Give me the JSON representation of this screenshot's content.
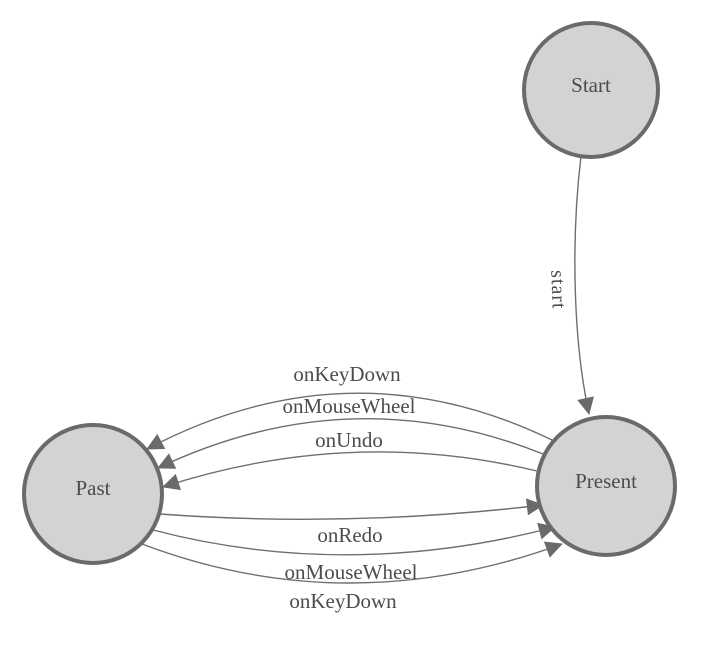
{
  "diagram": {
    "background": "#ffffff",
    "colors": {
      "background": "#ffffff",
      "node_fill": "#d3d3d3",
      "node_stroke": "#6a6a6a",
      "edge_stroke": "#6e6e6e",
      "arrow_fill": "#6a6a6a",
      "text": "#4c4c4c"
    },
    "nodes": {
      "start": {
        "label": "Start"
      },
      "past": {
        "label": "Past"
      },
      "present": {
        "label": "Present"
      }
    },
    "edges": {
      "start_to_present": {
        "label": "start",
        "from": "Start",
        "to": "Present"
      },
      "present_to_past": [
        {
          "label": "onKeyDown",
          "from": "Present",
          "to": "Past"
        },
        {
          "label": "onMouseWheel",
          "from": "Present",
          "to": "Past"
        },
        {
          "label": "onUndo",
          "from": "Present",
          "to": "Past"
        }
      ],
      "past_to_present": [
        {
          "label": "onRedo",
          "from": "Past",
          "to": "Present"
        },
        {
          "label": "onMouseWheel",
          "from": "Past",
          "to": "Present"
        },
        {
          "label": "onKeyDown",
          "from": "Past",
          "to": "Present"
        }
      ]
    }
  }
}
